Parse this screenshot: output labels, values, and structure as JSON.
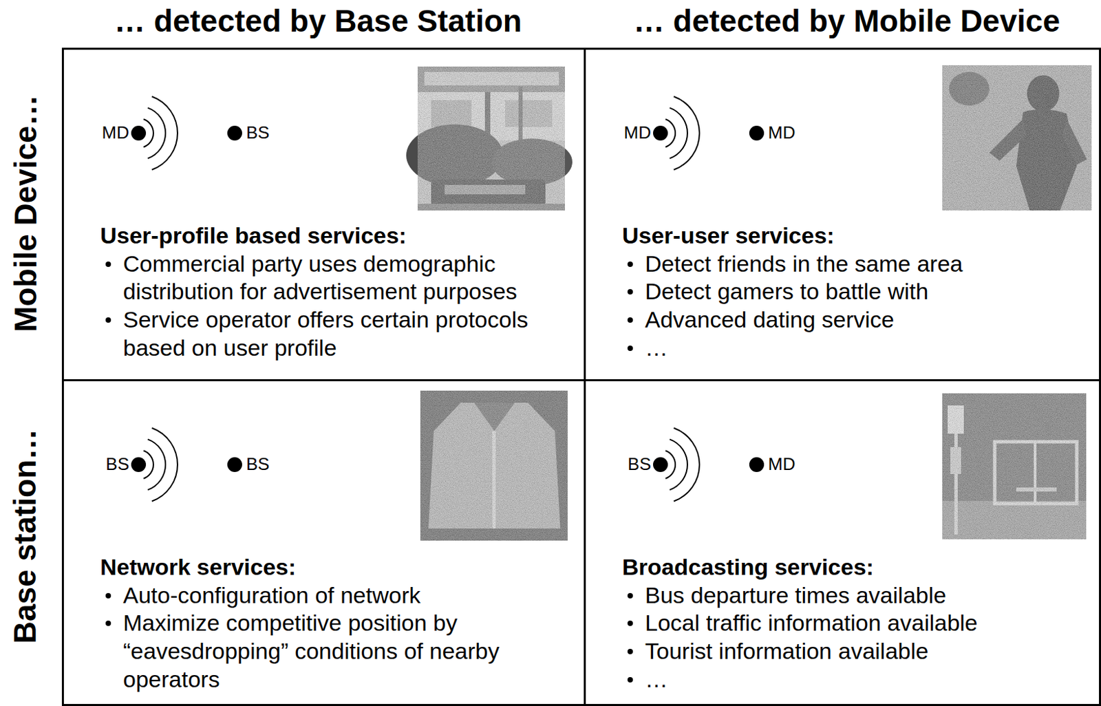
{
  "diagram": {
    "nodes": [
      {
        "text": [
          "User-profile based services:",
          "Commercial party uses demographic distribution for advertisement purposes",
          "Service operator offers certain protocols based on user profile"
        ]
      },
      {
        "text": [
          "User-user services:",
          "Detect friends in the same area",
          "Detect gamers to battle with",
          "Advanced dating service",
          "…"
        ]
      },
      {
        "text": [
          "Network services:",
          "Auto-configuration of network",
          "Maximize competitive position by “eavesdropping” conditions of nearby operators"
        ]
      },
      {
        "text": [
          "Broadcasting services:",
          "Bus departure times available",
          "Local traffic information available",
          "Tourist information available",
          "…"
        ]
      }
    ],
    "labels": [
      "… detected by Base Station",
      "… detected by Mobile Device",
      "Mobile Device…",
      "Base station…",
      "MD",
      "BS",
      "MD",
      "MD",
      "BS",
      "BS",
      "BS",
      "MD"
    ]
  }
}
